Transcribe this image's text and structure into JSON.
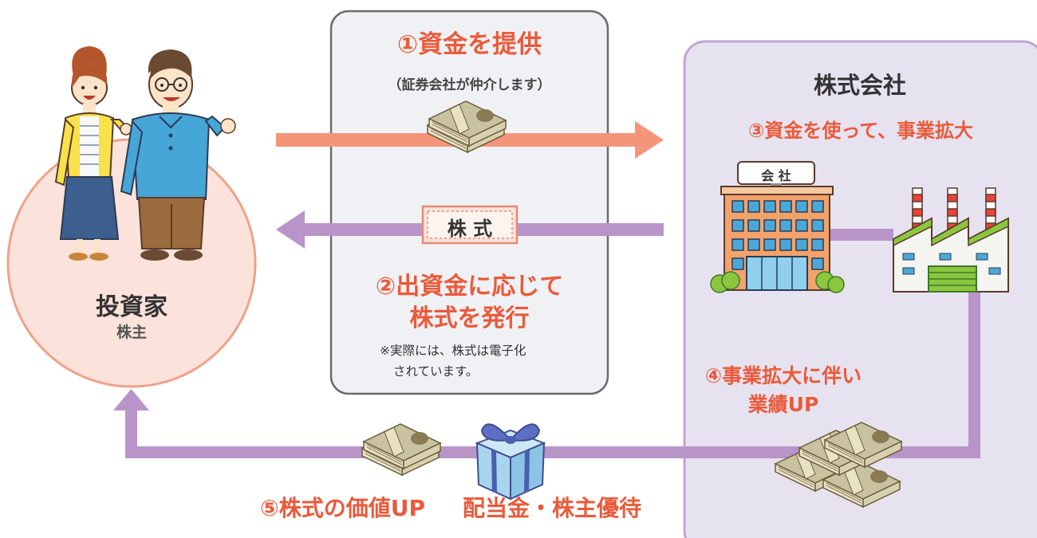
{
  "colors": {
    "accent_red": "#ea5a3a",
    "arrow_orange": "#f4957a",
    "arrow_purple": "#b994c9",
    "center_box_bg": "#f0f1f4",
    "center_box_border": "#6b6b6b",
    "company_box_bg": "#e7e2ef",
    "company_box_border": "#bfa6d2",
    "investor_circle_bg": "#fbe2da",
    "investor_circle_border": "#eea28a"
  },
  "investor": {
    "title": "投資家",
    "subtitle": "株主"
  },
  "step1": {
    "title": "①資金を提供",
    "note": "（証券会社が仲介します）"
  },
  "stock_certificate": {
    "label": "株 式"
  },
  "step2": {
    "title_line1": "②出資金に応じて",
    "title_line2": "株式を発行",
    "note_line1": "※実際には、株式は電子化",
    "note_line2": "されています。"
  },
  "company": {
    "title": "株式会社",
    "office_sign": "会 社"
  },
  "step3": {
    "title": "③資金を使って、事業拡大"
  },
  "step4": {
    "title_line1": "④事業拡大に伴い",
    "title_line2": "業績UP"
  },
  "step5": {
    "title": "⑤株式の価値UP",
    "returns": "配当金・株主優待"
  },
  "icons": [
    "investor-couple-icon",
    "banknote-stack-icon",
    "stock-certificate-icon",
    "office-building-icon",
    "factory-icon",
    "gift-box-icon",
    "money-pile-icon"
  ]
}
